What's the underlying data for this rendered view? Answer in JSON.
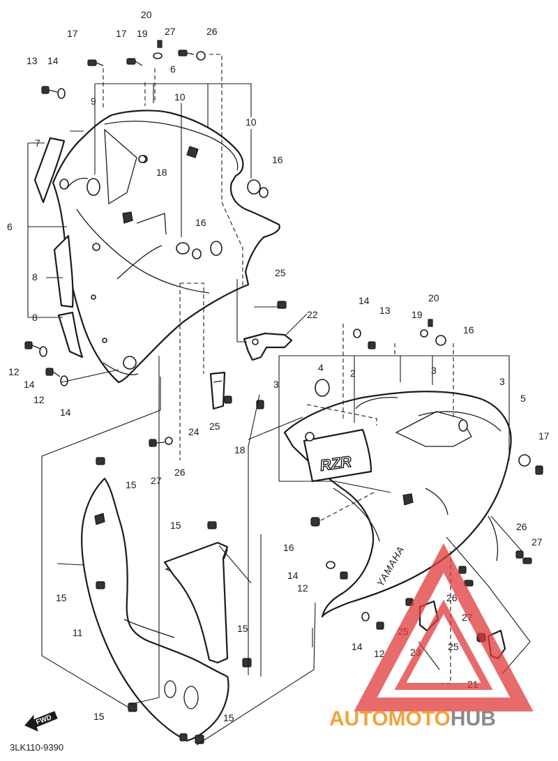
{
  "diagram": {
    "document_code": "3LK110-9390",
    "forward_label": "FWD",
    "decal_text": "RZR",
    "brand_text": "YAMAHA",
    "colors": {
      "line": "#1a1a1a",
      "background": "#ffffff",
      "watermark_red": "#e03a3a",
      "watermark_orange": "#f2a23a",
      "watermark_gray": "#8a8a8a"
    },
    "part_labels": [
      {
        "id": "l20a",
        "text": "20"
      },
      {
        "id": "l17a",
        "text": "17"
      },
      {
        "id": "l17b",
        "text": "17"
      },
      {
        "id": "l19a",
        "text": "19"
      },
      {
        "id": "l27a",
        "text": "27"
      },
      {
        "id": "l26a",
        "text": "26"
      },
      {
        "id": "l13a",
        "text": "13"
      },
      {
        "id": "l14a",
        "text": "14"
      },
      {
        "id": "l6a",
        "text": "6"
      },
      {
        "id": "l9",
        "text": "9"
      },
      {
        "id": "l10a",
        "text": "10"
      },
      {
        "id": "l10b",
        "text": "10"
      },
      {
        "id": "l7",
        "text": "7"
      },
      {
        "id": "l18a",
        "text": "18"
      },
      {
        "id": "l16a",
        "text": "16"
      },
      {
        "id": "l6b",
        "text": "6"
      },
      {
        "id": "l16b",
        "text": "16"
      },
      {
        "id": "l8a",
        "text": "8"
      },
      {
        "id": "l8b",
        "text": "8"
      },
      {
        "id": "l25a",
        "text": "25"
      },
      {
        "id": "l22",
        "text": "22"
      },
      {
        "id": "l14b",
        "text": "14"
      },
      {
        "id": "l13b",
        "text": "13"
      },
      {
        "id": "l20b",
        "text": "20"
      },
      {
        "id": "l19b",
        "text": "19"
      },
      {
        "id": "l16c",
        "text": "16"
      },
      {
        "id": "l12a",
        "text": "12"
      },
      {
        "id": "l14c",
        "text": "14"
      },
      {
        "id": "l12b",
        "text": "12"
      },
      {
        "id": "l14d",
        "text": "14"
      },
      {
        "id": "l4",
        "text": "4"
      },
      {
        "id": "l2",
        "text": "2"
      },
      {
        "id": "l3a",
        "text": "3"
      },
      {
        "id": "l3b",
        "text": "3"
      },
      {
        "id": "l3c",
        "text": "3"
      },
      {
        "id": "l5",
        "text": "5"
      },
      {
        "id": "l24",
        "text": "24"
      },
      {
        "id": "l25b",
        "text": "25"
      },
      {
        "id": "l18b",
        "text": "18"
      },
      {
        "id": "l17c",
        "text": "17"
      },
      {
        "id": "l27b",
        "text": "27"
      },
      {
        "id": "l26b",
        "text": "26"
      },
      {
        "id": "l15a",
        "text": "15"
      },
      {
        "id": "l15b",
        "text": "15"
      },
      {
        "id": "l16d",
        "text": "16"
      },
      {
        "id": "l26c",
        "text": "26"
      },
      {
        "id": "l27c",
        "text": "27"
      },
      {
        "id": "l15c",
        "text": "15"
      },
      {
        "id": "l14e",
        "text": "14"
      },
      {
        "id": "l12c",
        "text": "12"
      },
      {
        "id": "l26d",
        "text": "26"
      },
      {
        "id": "l27d",
        "text": "27"
      },
      {
        "id": "l11",
        "text": "11"
      },
      {
        "id": "l15d",
        "text": "15"
      },
      {
        "id": "l25c",
        "text": "25"
      },
      {
        "id": "l25d",
        "text": "25"
      },
      {
        "id": "l23",
        "text": "23"
      },
      {
        "id": "l14f",
        "text": "14"
      },
      {
        "id": "l12d",
        "text": "12"
      },
      {
        "id": "l21",
        "text": "21"
      },
      {
        "id": "l15e",
        "text": "15"
      },
      {
        "id": "l15f",
        "text": "15"
      }
    ],
    "watermark": {
      "part1": "AUTO",
      "part2": "MOTO",
      "part3": "HUB"
    }
  }
}
